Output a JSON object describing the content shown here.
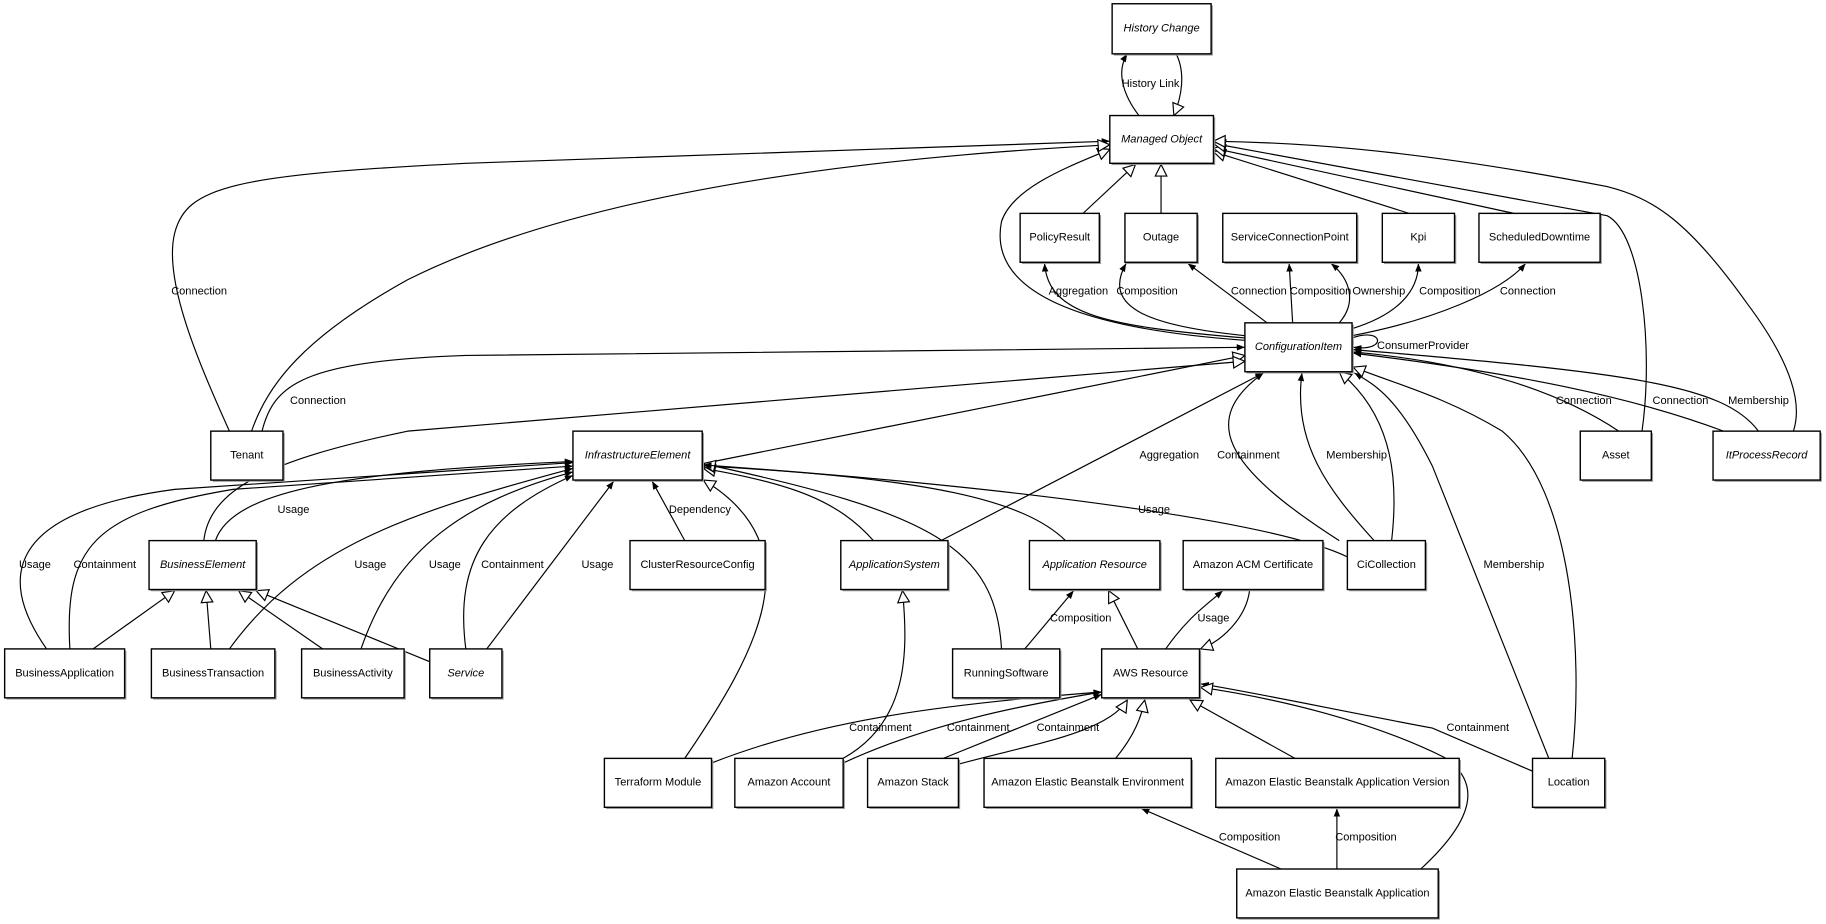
{
  "colors": {
    "highlight": "#dcdcfc",
    "line": "#000000",
    "box": "#ffffff"
  },
  "nodes": [
    {
      "label": "History Change",
      "italic": true
    },
    {
      "label": "Managed Object",
      "italic": true
    },
    {
      "label": "PolicyResult"
    },
    {
      "label": "Outage"
    },
    {
      "label": "ServiceConnectionPoint"
    },
    {
      "label": "Kpi"
    },
    {
      "label": "ScheduledDowntime"
    },
    {
      "label": "ConfigurationItem",
      "italic": true
    },
    {
      "label": "Tenant"
    },
    {
      "label": "InfrastructureElement",
      "italic": true
    },
    {
      "label": "Asset"
    },
    {
      "label": "ItProcessRecord",
      "italic": true
    },
    {
      "label": "BusinessElement",
      "italic": true
    },
    {
      "label": "ClusterResourceConfig"
    },
    {
      "label": "ApplicationSystem",
      "italic": true
    },
    {
      "label": "Application Resource",
      "italic": true
    },
    {
      "label": "Amazon ACM Certificate"
    },
    {
      "label": "CiCollection"
    },
    {
      "label": "BusinessApplication"
    },
    {
      "label": "BusinessTransaction"
    },
    {
      "label": "BusinessActivity"
    },
    {
      "label": "Service",
      "italic": true
    },
    {
      "label": "RunningSoftware"
    },
    {
      "label": "AWS Resource"
    },
    {
      "label": "Terraform Module"
    },
    {
      "label": "Amazon Account"
    },
    {
      "label": "Amazon Stack"
    },
    {
      "label": "Amazon Elastic Beanstalk Environment"
    },
    {
      "label": "Amazon Elastic Beanstalk Application Version"
    },
    {
      "label": "Location"
    },
    {
      "label": "Amazon Elastic Beanstalk Application",
      "highlight": true
    }
  ],
  "edges": [
    {
      "label": "History Link",
      "kind": "association"
    },
    {
      "label": "",
      "kind": "generalization"
    },
    {
      "label": "",
      "kind": "generalization"
    },
    {
      "label": "",
      "kind": "generalization"
    },
    {
      "label": "",
      "kind": "generalization"
    },
    {
      "label": "",
      "kind": "generalization"
    },
    {
      "label": "",
      "kind": "generalization"
    },
    {
      "label": "Connection",
      "kind": "association"
    },
    {
      "label": "",
      "kind": "generalization"
    },
    {
      "label": "",
      "kind": "generalization"
    },
    {
      "label": "",
      "kind": "generalization"
    },
    {
      "label": "Aggregation",
      "kind": "association"
    },
    {
      "label": "Composition",
      "kind": "association"
    },
    {
      "label": "Connection",
      "kind": "association"
    },
    {
      "label": "Composition",
      "kind": "association"
    },
    {
      "label": "Ownership",
      "kind": "association"
    },
    {
      "label": "Composition",
      "kind": "association"
    },
    {
      "label": "Connection",
      "kind": "association"
    },
    {
      "label": "ConsumerProvider",
      "kind": "association"
    },
    {
      "label": "Connection",
      "kind": "association"
    },
    {
      "label": "",
      "kind": "generalization"
    },
    {
      "label": "",
      "kind": "generalization"
    },
    {
      "label": "Aggregation",
      "kind": "association"
    },
    {
      "label": "Containment",
      "kind": "association"
    },
    {
      "label": "Membership",
      "kind": "association"
    },
    {
      "label": "",
      "kind": "generalization"
    },
    {
      "label": "Membership",
      "kind": "association"
    },
    {
      "label": "",
      "kind": "generalization"
    },
    {
      "label": "Connection",
      "kind": "association"
    },
    {
      "label": "Connection",
      "kind": "association"
    },
    {
      "label": "Membership",
      "kind": "association"
    },
    {
      "label": "Usage",
      "kind": "association"
    },
    {
      "label": "Usage",
      "kind": "association"
    },
    {
      "label": "Containment",
      "kind": "association"
    },
    {
      "label": "Usage",
      "kind": "association"
    },
    {
      "label": "Usage",
      "kind": "association"
    },
    {
      "label": "Containment",
      "kind": "association"
    },
    {
      "label": "Usage",
      "kind": "association"
    },
    {
      "label": "Dependency",
      "kind": "association"
    },
    {
      "label": "",
      "kind": "generalization"
    },
    {
      "label": "",
      "kind": "generalization"
    },
    {
      "label": "",
      "kind": "generalization"
    },
    {
      "label": "Usage",
      "kind": "association"
    },
    {
      "label": "",
      "kind": "generalization"
    },
    {
      "label": "",
      "kind": "generalization"
    },
    {
      "label": "",
      "kind": "generalization"
    },
    {
      "label": "",
      "kind": "generalization"
    },
    {
      "label": "",
      "kind": "generalization"
    },
    {
      "label": "Composition",
      "kind": "association"
    },
    {
      "label": "",
      "kind": "generalization"
    },
    {
      "label": "Usage",
      "kind": "association"
    },
    {
      "label": "",
      "kind": "generalization"
    },
    {
      "label": "",
      "kind": "generalization"
    },
    {
      "label": "Containment",
      "kind": "association"
    },
    {
      "label": "Containment",
      "kind": "association"
    },
    {
      "label": "Containment",
      "kind": "association"
    },
    {
      "label": "",
      "kind": "generalization"
    },
    {
      "label": "",
      "kind": "generalization"
    },
    {
      "label": "",
      "kind": "generalization"
    },
    {
      "label": "Containment",
      "kind": "association"
    },
    {
      "label": "",
      "kind": "generalization"
    },
    {
      "label": "Composition",
      "kind": "association"
    },
    {
      "label": "Composition",
      "kind": "association"
    }
  ]
}
